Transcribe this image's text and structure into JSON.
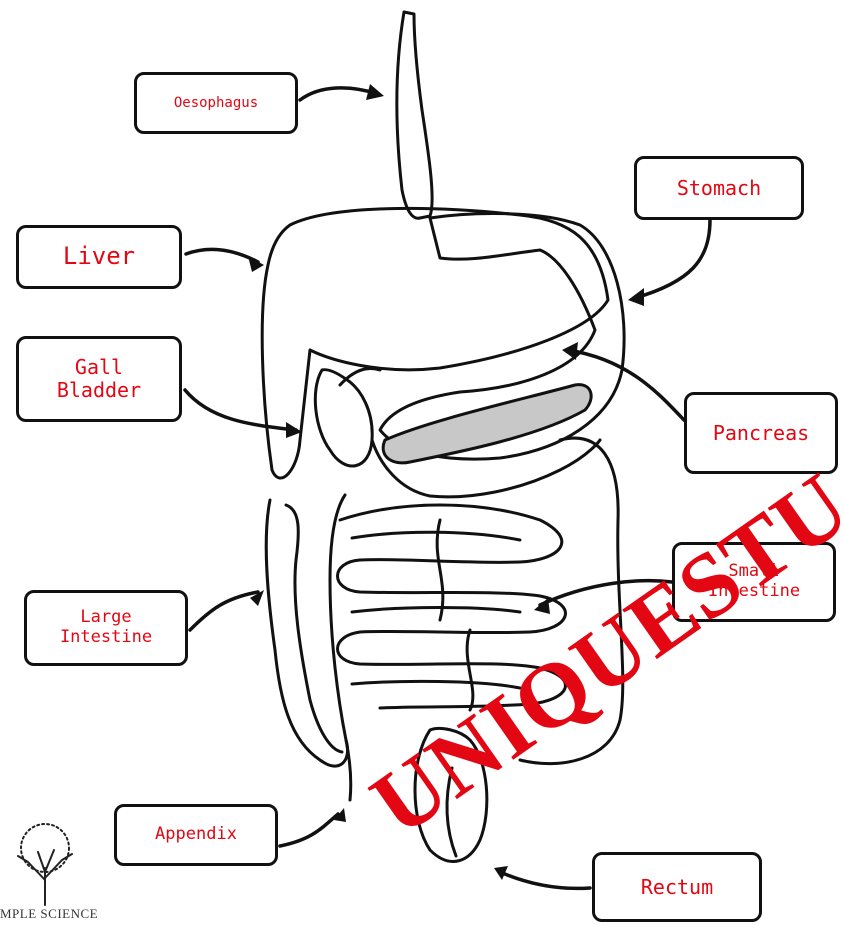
{
  "labels": {
    "oesophagus": "Oesophagus",
    "stomach": "Stomach",
    "liver": "Liver",
    "gall_bladder": "Gall\nBladder",
    "pancreas": "Pancreas",
    "small_intestine": "Small\nIntestine",
    "large_intestine": "Large\nIntestine",
    "appendix": "Appendix",
    "rectum": "Rectum"
  },
  "watermark": "UNIQUESTU",
  "logo": {
    "text": "MPLE SCIENCE",
    "icon": "tree-icon"
  },
  "colors": {
    "label_text": "#e30613",
    "outline": "#111111",
    "pancreas_fill": "#c8c8c8",
    "watermark": "#e30613"
  }
}
